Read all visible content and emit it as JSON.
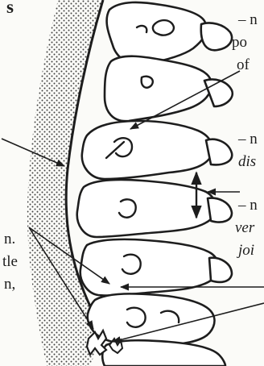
{
  "figure": {
    "heading_fragment": "s",
    "right_column": [
      "– n",
      "po",
      "of",
      "– n",
      "dis",
      "– n",
      "ver",
      "joi"
    ],
    "left_column": [
      "n.",
      "tle",
      "n,"
    ]
  }
}
